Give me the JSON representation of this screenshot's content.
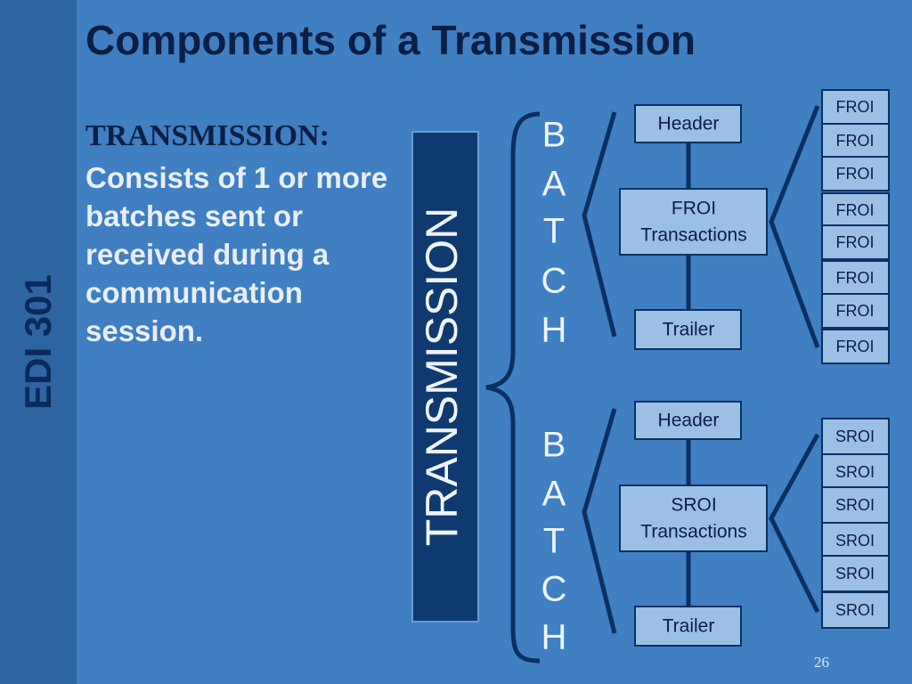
{
  "slide": {
    "title": "Components of a Transmission",
    "sidebar_label": "EDI 301",
    "page_number": "26"
  },
  "definition": {
    "term": "TRANSMISSION:",
    "text": "Consists of 1 or more batches sent or received during a communication session."
  },
  "diagram": {
    "transmission_label": "TRANSMISSION",
    "batches": [
      {
        "letters": [
          "B",
          "A",
          "T",
          "C",
          "H"
        ],
        "header": "Header",
        "transactions": [
          "FROI",
          "Transactions"
        ],
        "trailer": "Trailer",
        "items": [
          "FROI",
          "FROI",
          "FROI",
          "FROI",
          "FROI",
          "FROI",
          "FROI",
          "FROI"
        ]
      },
      {
        "letters": [
          "B",
          "A",
          "T",
          "C",
          "H"
        ],
        "header": "Header",
        "transactions": [
          "SROI",
          "Transactions"
        ],
        "trailer": "Trailer",
        "items": [
          "SROI",
          "SROI",
          "SROI",
          "SROI",
          "SROI",
          "SROI"
        ]
      }
    ]
  },
  "colors": {
    "background": "#3f7fc2",
    "sidebar": "#2e64a2",
    "box_fill": "#9cc0e4",
    "box_border": "#0c2f63",
    "transmission_fill": "#0e3a70",
    "line": "#0c2f63"
  }
}
